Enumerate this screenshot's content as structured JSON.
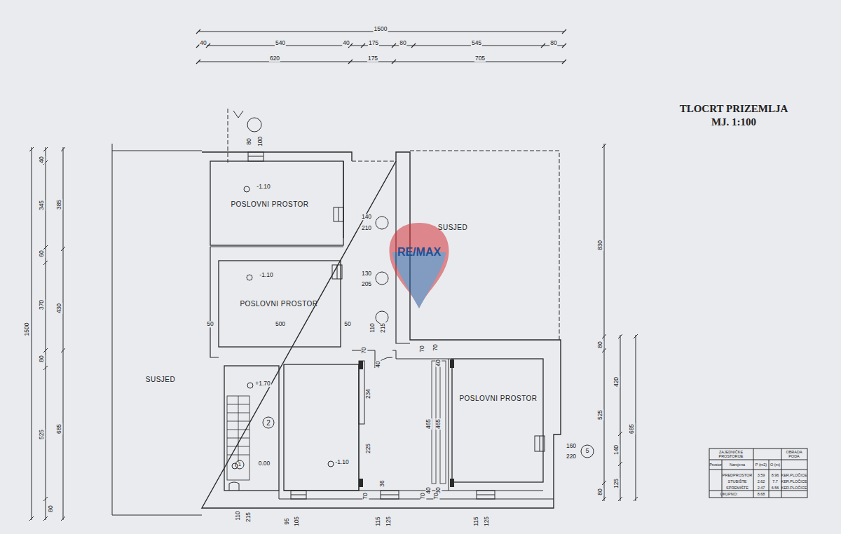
{
  "diagram": {
    "title": "TLOCRT PRIZEMLJA",
    "caption": "MJ. 1:100",
    "nodes": [
      {
        "text": [
          "POSLOVNI PROSTOR"
        ]
      },
      {
        "text": [
          "SUSJED"
        ]
      },
      {
        "text": [
          "POSLOVNI PROSTOR"
        ]
      },
      {
        "text": [
          "SUSJED"
        ]
      },
      {
        "text": [
          "POSLOVNI PROSTOR"
        ]
      }
    ],
    "labels": [
      "1500",
      "40",
      "540",
      "40",
      "175",
      "80",
      "545",
      "80",
      "620",
      "175",
      "705",
      "1500",
      "40",
      "345",
      "60",
      "370",
      "80",
      "525",
      "80",
      "385",
      "430",
      "685",
      "830",
      "80",
      "525",
      "80",
      "420",
      "140",
      "125",
      "685",
      "80",
      "100",
      "-1.10",
      "140",
      "210",
      "-1.10",
      "130",
      "205",
      "50",
      "500",
      "50",
      "110",
      "215",
      "70",
      "40",
      "70",
      "70",
      "40",
      "+1.70",
      "234",
      "465",
      "465",
      "225",
      "0.00",
      "-1.10",
      "36",
      "40",
      "30",
      "70",
      "70",
      "70",
      "160",
      "220",
      "110",
      "215",
      "95",
      "105",
      "115",
      "125",
      "115",
      "125",
      "2",
      "1",
      "5",
      "RE/MAX",
      "ZAJEDNIČKE PROSTORIJE",
      "Prostor",
      "Namjena",
      "P (m2)",
      "O (m)",
      "OBRADA PODA",
      "PREDPROSTOR",
      "3.59",
      "8.96",
      "KER.PLOČICE",
      "STUBIŠTE",
      "2.62",
      "7.7",
      "KER.PLOČICE",
      "SPREMIŠTE",
      "2.47",
      "6.56",
      "KER.PLOČICE",
      "UKUPNO:",
      "8.68"
    ]
  }
}
